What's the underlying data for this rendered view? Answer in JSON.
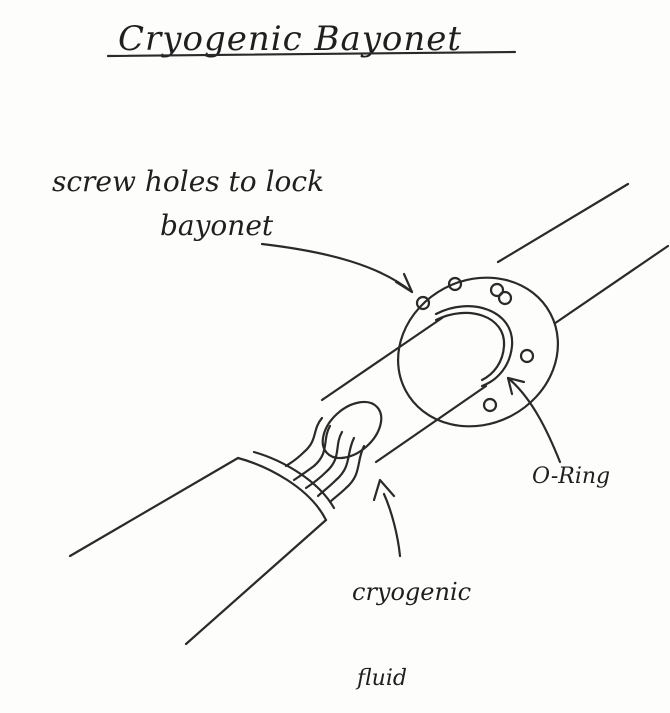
{
  "title": "Cryogenic Bayonet",
  "labels": {
    "screw_holes_line1": "screw holes to lock",
    "screw_holes_line2": "bayonet",
    "o_ring": "O-Ring",
    "cryogenic_line1": "cryogenic",
    "cryogenic_line2": "fluid"
  },
  "colors": {
    "paper": "#fdfdfb",
    "ink": "#1f1f1f"
  }
}
